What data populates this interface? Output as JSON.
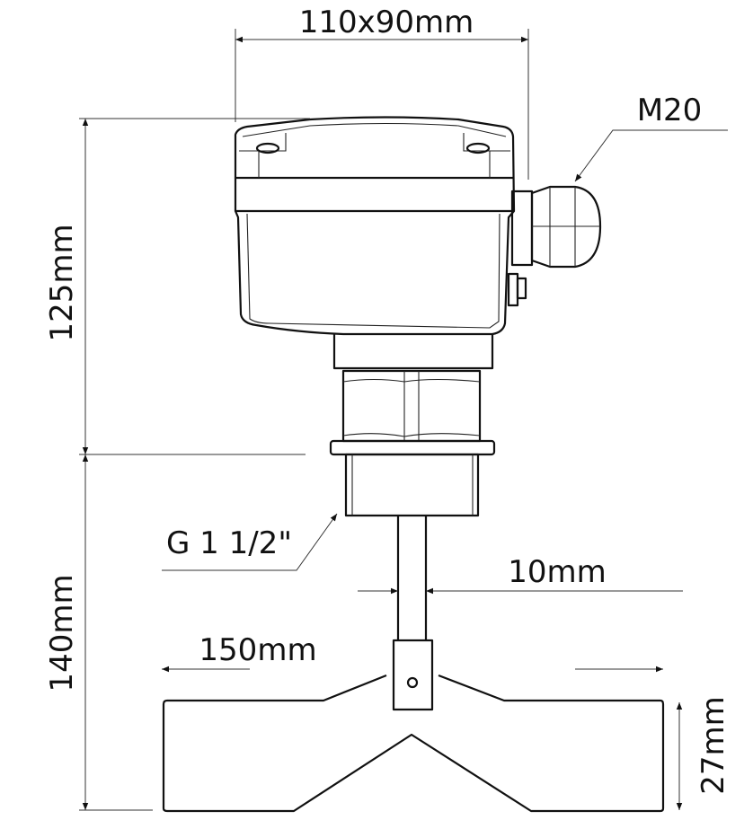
{
  "title": "Rotary paddle level switch dimensions",
  "dimensions": {
    "housing": "110x90mm",
    "cable_entry": "M20",
    "upper_height": "125mm",
    "lower_height": "140mm",
    "process_thread": "G 1 1/2\"",
    "shaft_diameter": "10mm",
    "paddle_width": "150mm",
    "paddle_height": "27mm"
  }
}
